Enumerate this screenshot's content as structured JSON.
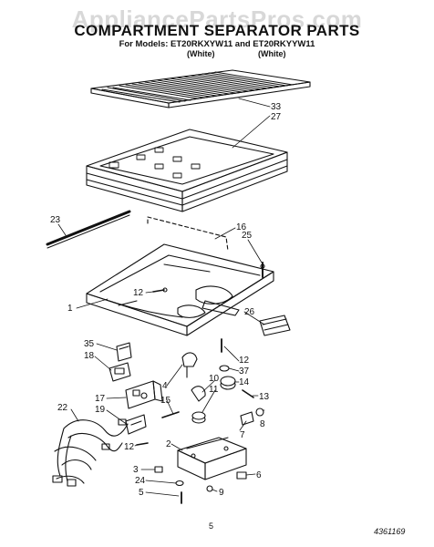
{
  "watermark": "AppliancePartsPros.com",
  "title": "COMPARTMENT SEPARATOR PARTS",
  "models": "For Models: ET20RKXYW11 and ET20RKYYW11",
  "colors": [
    "(White)",
    "(White)"
  ],
  "callouts": {
    "c33": "33",
    "c27": "27",
    "c23": "23",
    "c16": "16",
    "c25": "25",
    "c1": "1",
    "c12a": "12",
    "c26": "26",
    "c35": "35",
    "c18": "18",
    "c12b": "12",
    "c37": "37",
    "c14": "14",
    "c10": "10",
    "c11": "11",
    "c4": "4",
    "c13": "13",
    "c17": "17",
    "c15": "15",
    "c8": "8",
    "c22": "22",
    "c19": "19",
    "c7": "7",
    "c12c": "12",
    "c2": "2",
    "c3": "3",
    "c6": "6",
    "c24": "24",
    "c9": "9",
    "c5": "5"
  },
  "page_number": "5",
  "document_number": "4361169"
}
